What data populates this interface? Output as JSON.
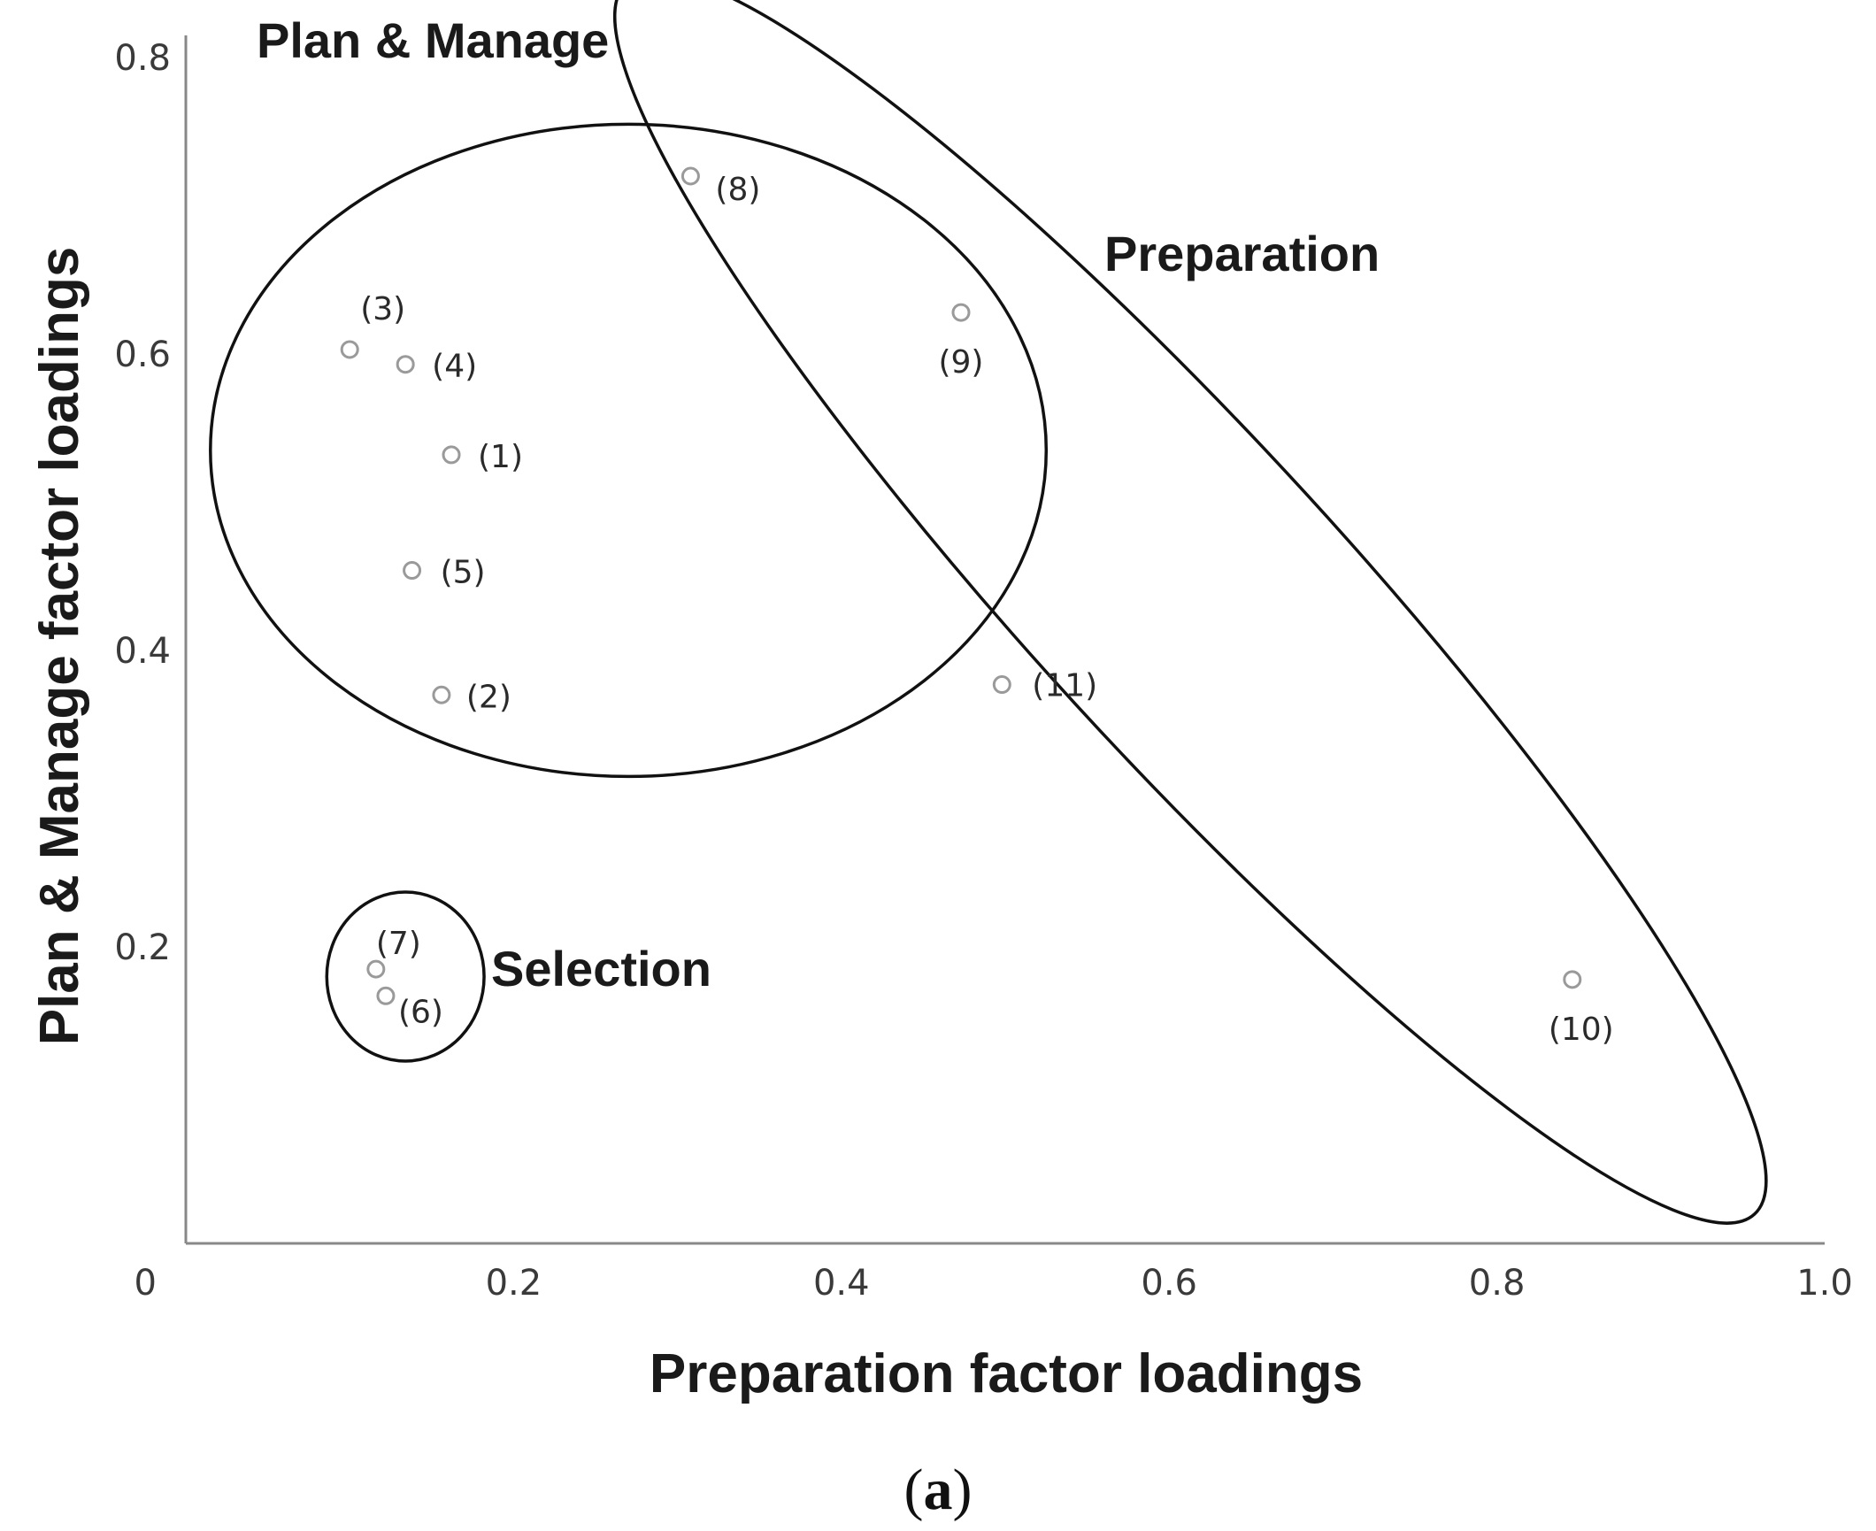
{
  "chart_data": {
    "type": "scatter",
    "title": "",
    "xlabel": "Preparation factor loadings",
    "ylabel": "Plan & Manage factor loadings",
    "xlim": [
      0,
      1.0
    ],
    "ylim": [
      0,
      0.8
    ],
    "x_ticks": [
      {
        "value": 0,
        "label": "0"
      },
      {
        "value": 0.2,
        "label": "0.2"
      },
      {
        "value": 0.4,
        "label": "0.4"
      },
      {
        "value": 0.6,
        "label": "0.6"
      },
      {
        "value": 0.8,
        "label": "0.8"
      },
      {
        "value": 1.0,
        "label": "1.0"
      }
    ],
    "y_ticks": [
      {
        "value": 0.2,
        "label": "0.2"
      },
      {
        "value": 0.4,
        "label": "0.4"
      },
      {
        "value": 0.6,
        "label": "0.6"
      },
      {
        "value": 0.8,
        "label": "0.8"
      }
    ],
    "grid": false,
    "points": [
      {
        "label": "(1)",
        "x": 0.162,
        "y": 0.532
      },
      {
        "label": "(2)",
        "x": 0.156,
        "y": 0.37
      },
      {
        "label": "(3)",
        "x": 0.1,
        "y": 0.603
      },
      {
        "label": "(4)",
        "x": 0.134,
        "y": 0.593
      },
      {
        "label": "(5)",
        "x": 0.138,
        "y": 0.454
      },
      {
        "label": "(6)",
        "x": 0.122,
        "y": 0.167
      },
      {
        "label": "(7)",
        "x": 0.116,
        "y": 0.185
      },
      {
        "label": "(8)",
        "x": 0.308,
        "y": 0.72
      },
      {
        "label": "(9)",
        "x": 0.473,
        "y": 0.628
      },
      {
        "label": "(11)",
        "x": 0.498,
        "y": 0.377
      },
      {
        "label": "(10)",
        "x": 0.846,
        "y": 0.178
      }
    ],
    "clusters": [
      {
        "name": "Plan & Manage",
        "cx": 0.27,
        "cy": 0.535,
        "rx": 0.255,
        "ry": 0.22,
        "rotation_deg": 0
      },
      {
        "name": "Selection",
        "cx": 0.134,
        "cy": 0.18,
        "rx": 0.048,
        "ry": 0.057,
        "rotation_deg": 0
      },
      {
        "name": "Preparation",
        "cx": 0.613,
        "cy": 0.435,
        "rx": 0.535,
        "ry": 0.1,
        "rotation_deg": 47.5
      }
    ]
  },
  "caption": {
    "open": "(",
    "letter": "a",
    "close": ")"
  }
}
